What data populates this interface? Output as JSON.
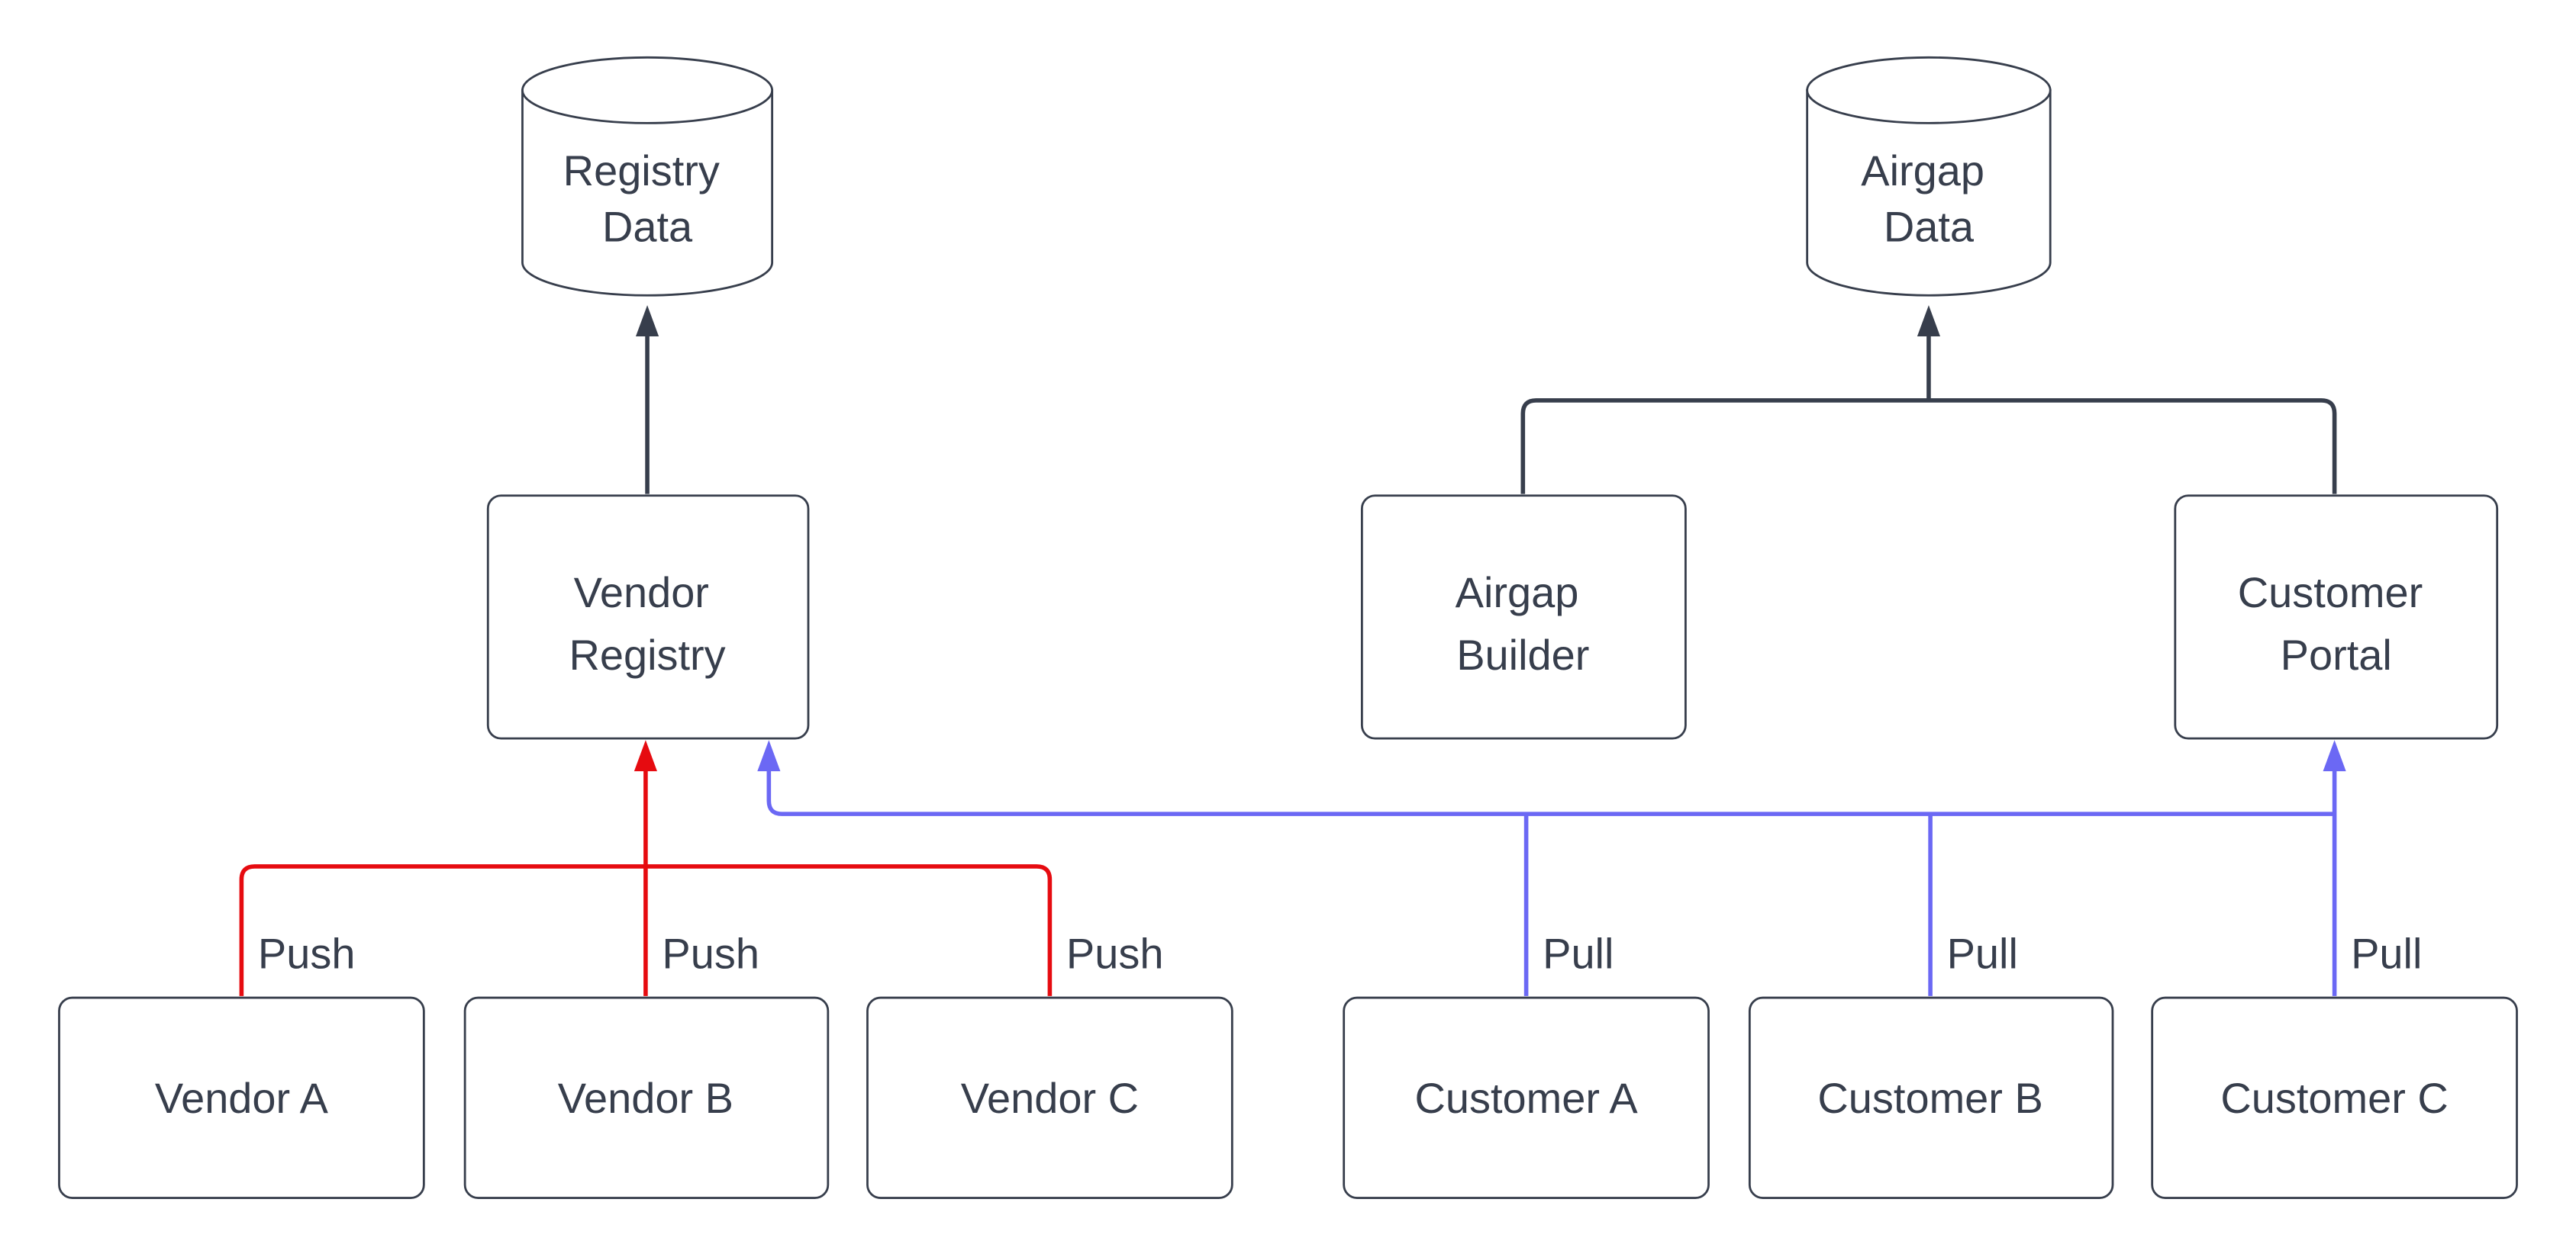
{
  "diagram": {
    "background": "#ffffff",
    "colors": {
      "node": "#373e4c",
      "text": "#373e4c",
      "push": "#e60b10",
      "pull": "#6b68f4",
      "fill": "#ffffff"
    },
    "datastores": {
      "registry_data": {
        "line1": "Registry",
        "line2": "Data"
      },
      "airgap_data": {
        "line1": "Airgap",
        "line2": "Data"
      }
    },
    "services": {
      "vendor_registry": {
        "line1": "Vendor",
        "line2": "Registry"
      },
      "airgap_builder": {
        "line1": "Airgap",
        "line2": "Builder"
      },
      "customer_portal": {
        "line1": "Customer",
        "line2": "Portal"
      }
    },
    "vendors": [
      {
        "label": "Vendor A"
      },
      {
        "label": "Vendor B"
      },
      {
        "label": "Vendor C"
      }
    ],
    "customers": [
      {
        "label": "Customer A"
      },
      {
        "label": "Customer B"
      },
      {
        "label": "Customer C"
      }
    ],
    "edge_labels": {
      "push": [
        "Push",
        "Push",
        "Push"
      ],
      "pull": [
        "Pull",
        "Pull",
        "Pull"
      ]
    }
  }
}
